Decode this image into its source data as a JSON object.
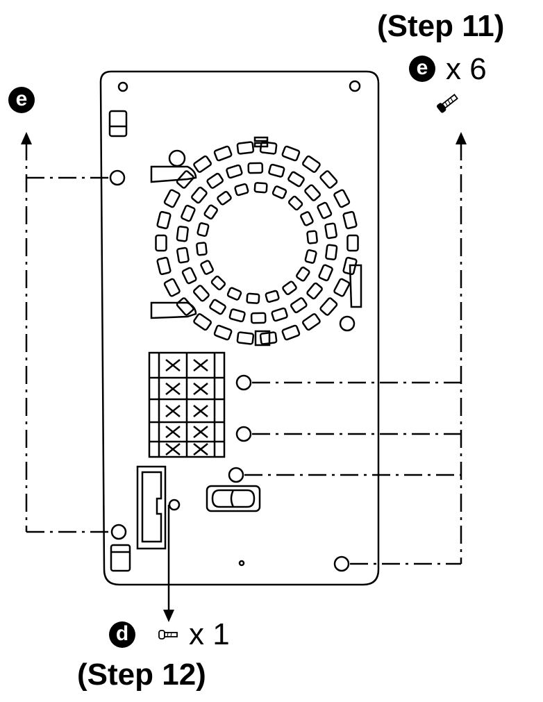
{
  "callouts": {
    "left_badge": "e",
    "top": {
      "step": "(Step 11)",
      "badge": "e",
      "qty": "x 6",
      "icon": "screw-icon"
    },
    "bottom": {
      "badge": "d",
      "qty": "x 1",
      "step": "(Step 12)",
      "icon": "screw-icon"
    }
  }
}
